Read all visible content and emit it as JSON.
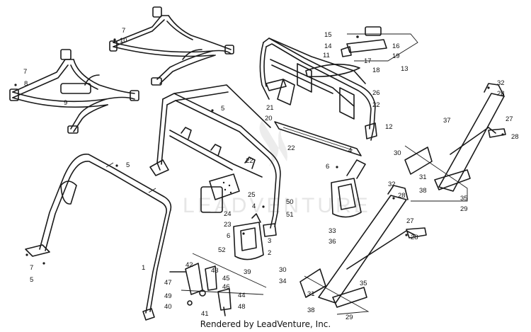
{
  "diagram": {
    "watermark": "LEADVENTURE",
    "credit": "Rendered by LeadVenture, Inc.",
    "callouts": [
      {
        "id": "c7a",
        "label": "7"
      },
      {
        "id": "c10",
        "label": "10"
      },
      {
        "id": "c7b",
        "label": "7"
      },
      {
        "id": "c8",
        "label": "8"
      },
      {
        "id": "c9",
        "label": "9"
      },
      {
        "id": "c5a",
        "label": "5"
      },
      {
        "id": "c5b",
        "label": "5"
      },
      {
        "id": "c7c",
        "label": "7"
      },
      {
        "id": "c5c",
        "label": "5"
      },
      {
        "id": "c15",
        "label": "15"
      },
      {
        "id": "c14",
        "label": "14"
      },
      {
        "id": "c11",
        "label": "11"
      },
      {
        "id": "c16",
        "label": "16"
      },
      {
        "id": "c19",
        "label": "19"
      },
      {
        "id": "c17",
        "label": "17"
      },
      {
        "id": "c18",
        "label": "18"
      },
      {
        "id": "c13",
        "label": "13"
      },
      {
        "id": "c26",
        "label": "26"
      },
      {
        "id": "c22a",
        "label": "22"
      },
      {
        "id": "c21",
        "label": "21"
      },
      {
        "id": "c20",
        "label": "20"
      },
      {
        "id": "c12",
        "label": "12"
      },
      {
        "id": "c22b",
        "label": "22"
      },
      {
        "id": "c4a",
        "label": "4"
      },
      {
        "id": "c6a",
        "label": "6"
      },
      {
        "id": "c22c",
        "label": "22"
      },
      {
        "id": "c25",
        "label": "25"
      },
      {
        "id": "c50",
        "label": "50"
      },
      {
        "id": "c4b",
        "label": "4"
      },
      {
        "id": "c24",
        "label": "24"
      },
      {
        "id": "c23",
        "label": "23"
      },
      {
        "id": "c51",
        "label": "51"
      },
      {
        "id": "c6b",
        "label": "6"
      },
      {
        "id": "c3",
        "label": "3"
      },
      {
        "id": "c52",
        "label": "52"
      },
      {
        "id": "c2",
        "label": "2"
      },
      {
        "id": "c1",
        "label": "1"
      },
      {
        "id": "c42",
        "label": "42"
      },
      {
        "id": "c43",
        "label": "43"
      },
      {
        "id": "c39",
        "label": "39"
      },
      {
        "id": "c45",
        "label": "45"
      },
      {
        "id": "c47",
        "label": "47"
      },
      {
        "id": "c46",
        "label": "46"
      },
      {
        "id": "c49",
        "label": "49"
      },
      {
        "id": "c44",
        "label": "44"
      },
      {
        "id": "c40",
        "label": "40"
      },
      {
        "id": "c48",
        "label": "48"
      },
      {
        "id": "c41",
        "label": "41"
      },
      {
        "id": "c33",
        "label": "33"
      },
      {
        "id": "c36",
        "label": "36"
      },
      {
        "id": "c32a",
        "label": "32"
      },
      {
        "id": "c28a",
        "label": "28"
      },
      {
        "id": "c37",
        "label": "37"
      },
      {
        "id": "c27a",
        "label": "27"
      },
      {
        "id": "c28b",
        "label": "28"
      },
      {
        "id": "c30a",
        "label": "30"
      },
      {
        "id": "c31a",
        "label": "31"
      },
      {
        "id": "c38a",
        "label": "38"
      },
      {
        "id": "c35a",
        "label": "35"
      },
      {
        "id": "c29a",
        "label": "29"
      },
      {
        "id": "c32b",
        "label": "32"
      },
      {
        "id": "c28c",
        "label": "28"
      },
      {
        "id": "c27b",
        "label": "27"
      },
      {
        "id": "c28d",
        "label": "28"
      },
      {
        "id": "c30b",
        "label": "30"
      },
      {
        "id": "c34",
        "label": "34"
      },
      {
        "id": "c35b",
        "label": "35"
      },
      {
        "id": "c31b",
        "label": "31"
      },
      {
        "id": "c38b",
        "label": "38"
      },
      {
        "id": "c29b",
        "label": "29"
      }
    ]
  }
}
